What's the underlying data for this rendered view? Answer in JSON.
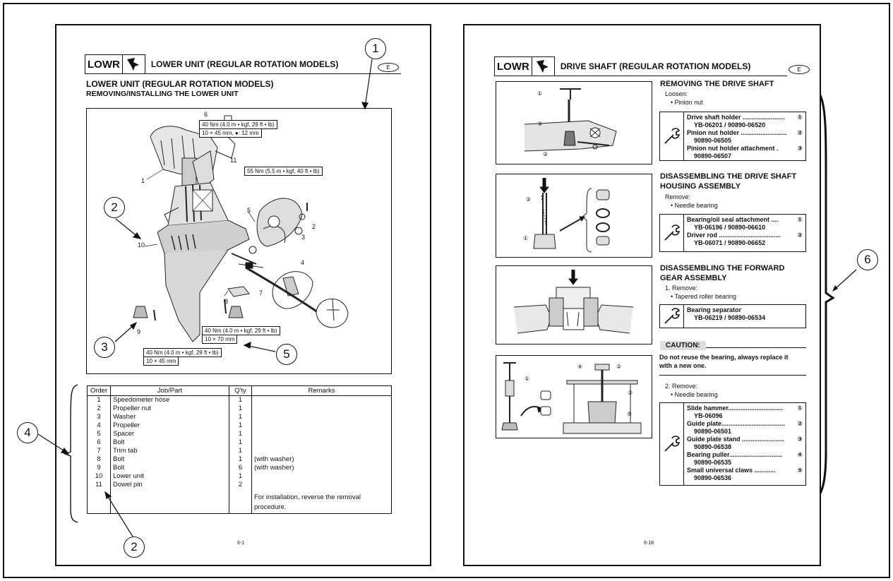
{
  "left_page": {
    "header_code": "LOWR",
    "header_title": "LOWER UNIT (REGULAR ROTATION MODELS)",
    "badge": "E",
    "title_line1": "LOWER UNIT (REGULAR ROTATION MODELS)",
    "title_line2": "REMOVING/INSTALLING THE LOWER UNIT",
    "torque_labels": {
      "t1_line1": "40 Nm (4.0 m • kgf, 29 ft • lb)",
      "t1_line2": "10 × 45 mm, ●: 12 mm",
      "t2": "55 Nm (5.5 m • kgf, 40 ft • lb)",
      "t3_line1": "40 Nm (4.0 m • kgf, 29 ft • lb)",
      "t3_line2": "10 × 70 mm",
      "t4_line1": "40 Nm (4.0 m • kgf, 29 ft • lb)",
      "t4_line2": "10 × 45 mm"
    },
    "part_numbers": [
      "6",
      "11",
      "1",
      "5",
      "2",
      "3",
      "4",
      "10",
      "7",
      "8",
      "9"
    ],
    "callouts": [
      "1",
      "2",
      "3",
      "5",
      "4",
      "2"
    ],
    "table": {
      "headers": [
        "Order",
        "Job/Part",
        "Q'ty",
        "Remarks"
      ],
      "rows": [
        {
          "order": "1",
          "part": "Speedometer hose",
          "qty": "1",
          "remarks": ""
        },
        {
          "order": "2",
          "part": "Propeller nut",
          "qty": "1",
          "remarks": ""
        },
        {
          "order": "3",
          "part": "Washer",
          "qty": "1",
          "remarks": ""
        },
        {
          "order": "4",
          "part": "Propeller",
          "qty": "1",
          "remarks": ""
        },
        {
          "order": "5",
          "part": "Spacer",
          "qty": "1",
          "remarks": ""
        },
        {
          "order": "6",
          "part": "Bolt",
          "qty": "1",
          "remarks": ""
        },
        {
          "order": "7",
          "part": "Trim tab",
          "qty": "1",
          "remarks": ""
        },
        {
          "order": "8",
          "part": "Bolt",
          "qty": "1",
          "remarks": "(with washer)"
        },
        {
          "order": "9",
          "part": "Bolt",
          "qty": "6",
          "remarks": "(with washer)"
        },
        {
          "order": "10",
          "part": "Lower unit",
          "qty": "1",
          "remarks": ""
        },
        {
          "order": "11",
          "part": "Dowel pin",
          "qty": "2",
          "remarks": ""
        }
      ],
      "footer_remark_1": "For installation, reverse the removal",
      "footer_remark_2": "procedure."
    },
    "page_number": "6-1"
  },
  "right_page": {
    "header_code": "LOWR",
    "header_title": "DRIVE SHAFT (REGULAR ROTATION MODELS)",
    "badge": "E",
    "callout": "6",
    "sec1": {
      "heading": "REMOVING THE DRIVE SHAFT",
      "step1": "Loosen:",
      "step2": "• Pinion nut",
      "tools": [
        {
          "name": "Drive shaft holder ........................",
          "ref": "①",
          "num": "YB-06201 / 90890-06520"
        },
        {
          "name": "Pinion nut holder ..........................",
          "ref": "②",
          "num": "90890-06505"
        },
        {
          "name": "Pinion nut holder attachment .",
          "ref": "③",
          "num": "90890-06507"
        }
      ]
    },
    "sec2": {
      "heading1": "DISASSEMBLING THE DRIVE SHAFT",
      "heading2": "HOUSING ASSEMBLY",
      "step1": "Remove:",
      "step2": "• Needle bearing",
      "tools": [
        {
          "name": "Bearing/oil seal attachment ....",
          "ref": "①",
          "num": "YB-06196 / 90890-06610"
        },
        {
          "name": "Driver rod ...................................",
          "ref": "②",
          "num": "YB-06071 / 90890-06652"
        }
      ]
    },
    "sec3": {
      "heading1": "DISASSEMBLING THE FORWARD",
      "heading2": "GEAR ASSEMBLY",
      "step1": "1. Remove:",
      "step2": "• Tapered roller bearing",
      "tools": [
        {
          "name": "Bearing separator",
          "ref": "",
          "num": "YB-06219 / 90890-06534"
        }
      ]
    },
    "caution": {
      "label": "CAUTION:",
      "line1": "Do not reuse the bearing, always replace it",
      "line2": "with a new one."
    },
    "sec4": {
      "step1": "2. Remove:",
      "step2": "• Needle bearing",
      "tools": [
        {
          "name": "Slide hammer...............................",
          "ref": "①",
          "num": "YB-06096"
        },
        {
          "name": "Guide plate....................................",
          "ref": "②",
          "num": "90890-06501"
        },
        {
          "name": "Guide plate stand ........................",
          "ref": "③",
          "num": "90890-06538"
        },
        {
          "name": "Bearing puller..............................",
          "ref": "④",
          "num": "90890-06535"
        },
        {
          "name": "Small universal claws ............",
          "ref": "⑤",
          "num": "90890-06536"
        }
      ]
    },
    "fig_refs": [
      "①",
      "②",
      "③",
      "④",
      "⑤"
    ],
    "page_number": "6-18"
  }
}
